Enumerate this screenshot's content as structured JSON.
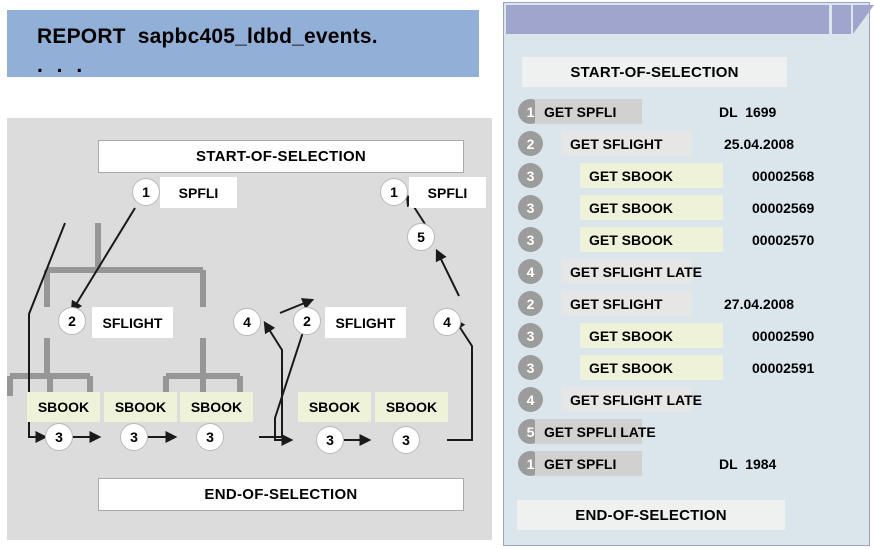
{
  "report": {
    "line1": "REPORT  sapbc405_ldbd_events.",
    "line2": ". . ."
  },
  "diagram": {
    "start_event": "START-OF-SELECTION",
    "end_event": "END-OF-SELECTION",
    "nodes": [
      {
        "id": "spfli-left",
        "label": "SPFLI",
        "marker": "1"
      },
      {
        "id": "spfli-right",
        "label": "SPFLI",
        "marker": "1"
      },
      {
        "id": "sflight-left",
        "label": "SFLIGHT",
        "marker": "2"
      },
      {
        "id": "sflight-right",
        "label": "SFLIGHT",
        "marker": "2"
      },
      {
        "id": "sbook-l1",
        "label": "SBOOK",
        "marker": "3"
      },
      {
        "id": "sbook-l2",
        "label": "SBOOK",
        "marker": "3"
      },
      {
        "id": "sbook-l3",
        "label": "SBOOK",
        "marker": "3"
      },
      {
        "id": "sbook-r1",
        "label": "SBOOK",
        "marker": "3"
      },
      {
        "id": "sbook-r2",
        "label": "SBOOK",
        "marker": "3"
      }
    ],
    "markers": {
      "spfli_left": "1",
      "spfli_right": "1",
      "sflight_left": "2",
      "sflight_right": "2",
      "sbook_l1": "3",
      "sbook_l2": "3",
      "sbook_l3": "3",
      "sbook_r1": "3",
      "sbook_r2": "3",
      "sflight_late_left": "4",
      "sflight_late_right": "4",
      "spfli_late": "5"
    }
  },
  "trace": {
    "start_event": "START-OF-SELECTION",
    "end_event": "END-OF-SELECTION",
    "rows": [
      {
        "num": "1",
        "event": "GET SPFLI",
        "value": "DL  1699",
        "level": "spfli"
      },
      {
        "num": "2",
        "event": "GET SFLIGHT",
        "value": "25.04.2008",
        "level": "sflight"
      },
      {
        "num": "3",
        "event": "GET SBOOK",
        "value": "00002568",
        "level": "sbook"
      },
      {
        "num": "3",
        "event": "GET SBOOK",
        "value": "00002569",
        "level": "sbook"
      },
      {
        "num": "3",
        "event": "GET SBOOK",
        "value": "00002570",
        "level": "sbook"
      },
      {
        "num": "4",
        "event": "GET SFLIGHT LATE",
        "value": "",
        "level": "sflight"
      },
      {
        "num": "2",
        "event": "GET SFLIGHT",
        "value": "27.04.2008",
        "level": "sflight"
      },
      {
        "num": "3",
        "event": "GET SBOOK",
        "value": "00002590",
        "level": "sbook"
      },
      {
        "num": "3",
        "event": "GET SBOOK",
        "value": "00002591",
        "level": "sbook"
      },
      {
        "num": "4",
        "event": "GET SFLIGHT LATE",
        "value": "",
        "level": "sflight"
      },
      {
        "num": "5",
        "event": "GET SPFLI LATE",
        "value": "",
        "level": "spfli"
      },
      {
        "num": "1",
        "event": "GET SPFLI",
        "value": "DL  1984",
        "level": "spfli"
      }
    ]
  },
  "colors": {
    "banner": "#92b0d7",
    "diagram_bg": "#dcdcdc",
    "panel_bg": "#dbe5ec",
    "header_bar": "#9fa5cd",
    "sbook": "#eef2d8",
    "bullet": "#9c9c9c",
    "connector": "#969696"
  }
}
